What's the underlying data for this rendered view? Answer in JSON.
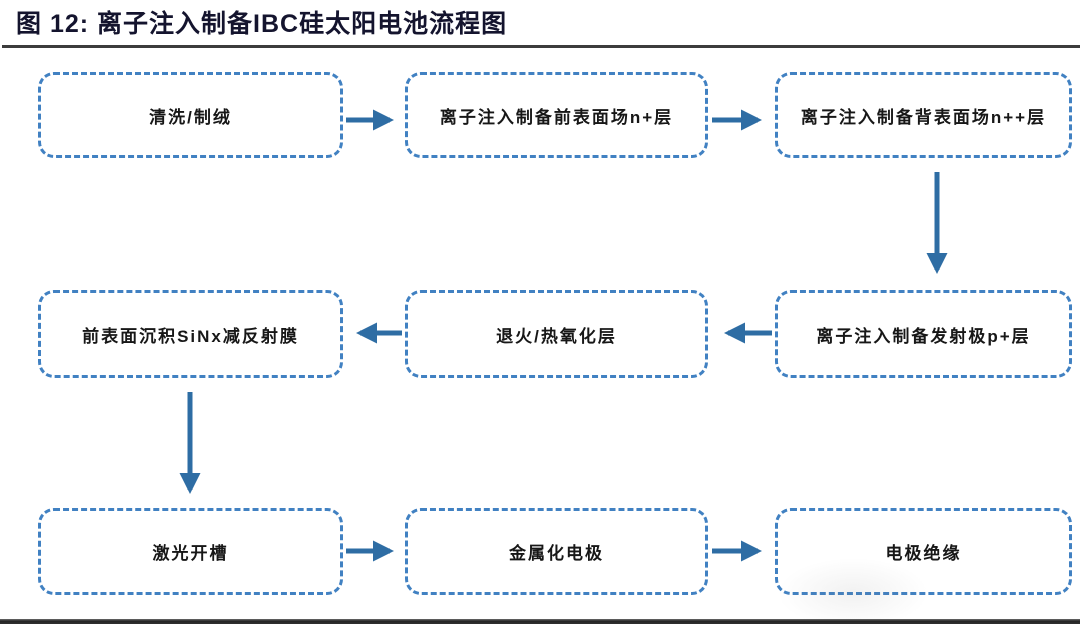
{
  "figure": {
    "title": "图 12:  离子注入制备IBC硅太阳电池流程图"
  },
  "flowchart": {
    "type": "process-flow",
    "nodes": [
      {
        "id": "n1",
        "label": "清洗/制绒"
      },
      {
        "id": "n2",
        "label": "离子注入制备前表面场n+层"
      },
      {
        "id": "n3",
        "label": "离子注入制备背表面场n++层"
      },
      {
        "id": "n4",
        "label": "离子注入制备发射极p+层"
      },
      {
        "id": "n5",
        "label": "退火/热氧化层"
      },
      {
        "id": "n6",
        "label": "前表面沉积SiNx减反射膜"
      },
      {
        "id": "n7",
        "label": "激光开槽"
      },
      {
        "id": "n8",
        "label": "金属化电极"
      },
      {
        "id": "n9",
        "label": "电极绝缘"
      }
    ],
    "edges": [
      {
        "from": "n1",
        "to": "n2",
        "direction": "right"
      },
      {
        "from": "n2",
        "to": "n3",
        "direction": "right"
      },
      {
        "from": "n3",
        "to": "n4",
        "direction": "down"
      },
      {
        "from": "n4",
        "to": "n5",
        "direction": "left"
      },
      {
        "from": "n5",
        "to": "n6",
        "direction": "left"
      },
      {
        "from": "n6",
        "to": "n7",
        "direction": "down"
      },
      {
        "from": "n7",
        "to": "n8",
        "direction": "right"
      },
      {
        "from": "n8",
        "to": "n9",
        "direction": "right"
      }
    ],
    "colors": {
      "box_border": "#4181c2",
      "arrow": "#2e6da4",
      "box_text": "#171717",
      "title_text": "#14142e",
      "rule": "#3c3c3c"
    }
  }
}
